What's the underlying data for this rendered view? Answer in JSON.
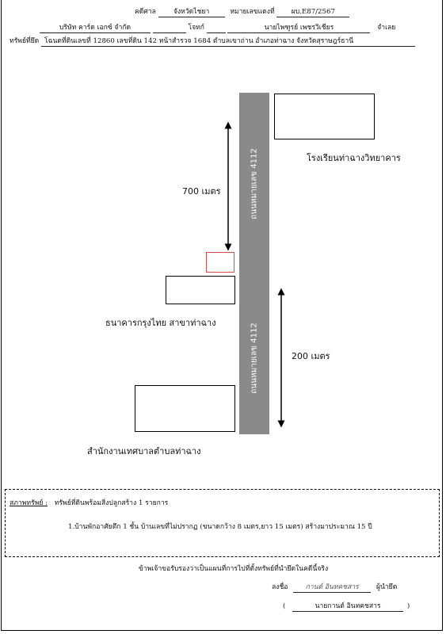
{
  "header": {
    "court_label": "คดีศาล",
    "court_value": "จังหวัดไชยา",
    "case_label": "หมายเลขแดงที่",
    "case_value": "ผบ.E87/2567",
    "plaintiff": "บริษัท คาร์ด เอกซ์ จำกัด",
    "plaintiff_label": "โจทก์",
    "defendant": "นายไพฑูรย์ เพชรวิเชียร",
    "defendant_label": "จำเลย",
    "property_label": "ทรัพย์ที่ยึด",
    "property_value": "โฉนดที่ดินเลขที่ 12860 เลขที่ดิน 142 หน้าสำรวจ 1684 ตำบลเขาถ่าน อำเภอท่าฉาง จังหวัดสุราษฎร์ธานี"
  },
  "map": {
    "road_label_top": "ถนนหมายเลข 4112",
    "road_label_bottom": "ถนนหมายเลข 4112",
    "distance_top": "700 เมตร",
    "distance_bottom": "200 เมตร",
    "landmark_school": "โรงเรียนท่าฉางวิทยาคาร",
    "landmark_bank": "ธนาคารกรุงไทย สาขาท่าฉาง",
    "landmark_office": "สำนักงานเทศบาลตำบลท่าฉาง"
  },
  "status": {
    "label": "สภาพทรัพย์ :",
    "summary": "ทรัพย์ที่ดินพร้อมสิ่งปลูกสร้าง 1 รายการ",
    "item1": "1.บ้านพักอาศัยตึก 1 ชั้น บ้านเลขที่ไม่ปรากฏ (ขนาดกว้าง 8 เมตร,ยาว 15 เมตร) สร้างมาประมาณ 15 ปี"
  },
  "certification": {
    "statement": "ข้าพเจ้าขอรับรองว่าเป็นแผนที่การไปที่ตั้งทรัพย์ที่นำยึดในคดีนี้จริง",
    "sign_label": "ลงชื่อ",
    "signature": "กานต์ อินทคชสาร",
    "signer_role": "ผู้นำยึด",
    "open_paren": "(",
    "printed_name": "นายกานต์ อินทคชสาร",
    "close_paren": ")"
  }
}
